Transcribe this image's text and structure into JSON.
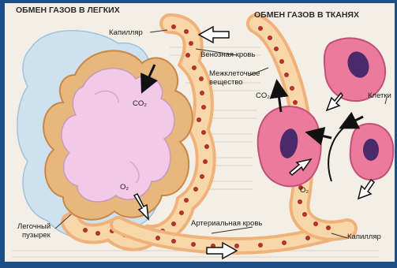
{
  "titles": {
    "lungs": "ОБМЕН ГАЗОВ В ЛЕГКИХ",
    "tissues": "ОБМЕН ГАЗОВ В ТКАНЯХ"
  },
  "labels": {
    "capillary_top": "Капилляр",
    "venous_blood": "Венозная кровь",
    "interstitial_1": "Межклеточное",
    "interstitial_2": "вещество",
    "co2_lung": "CO₂",
    "o2_lung": "O₂",
    "alveolus_1": "Легочный",
    "alveolus_2": "пузырек",
    "arterial_blood": "Артериальная кровь",
    "co2_tissue": "CO₂",
    "o2_tissue": "O₂",
    "cells": "Клетки",
    "capillary_bottom": "Капилляр"
  },
  "colors": {
    "background_frame": "#1c4f86",
    "paper": "#f3efe7",
    "lung_tissue": "#cde2ee",
    "capillary_wall": "#f0b27a",
    "capillary_inner": "#f7d7a8",
    "blood_cell": "#b3322b",
    "alveolus_lumen": "#f2c9e6",
    "cell_body": "#ea7a9e",
    "cell_nucleus": "#4a2a6a"
  }
}
